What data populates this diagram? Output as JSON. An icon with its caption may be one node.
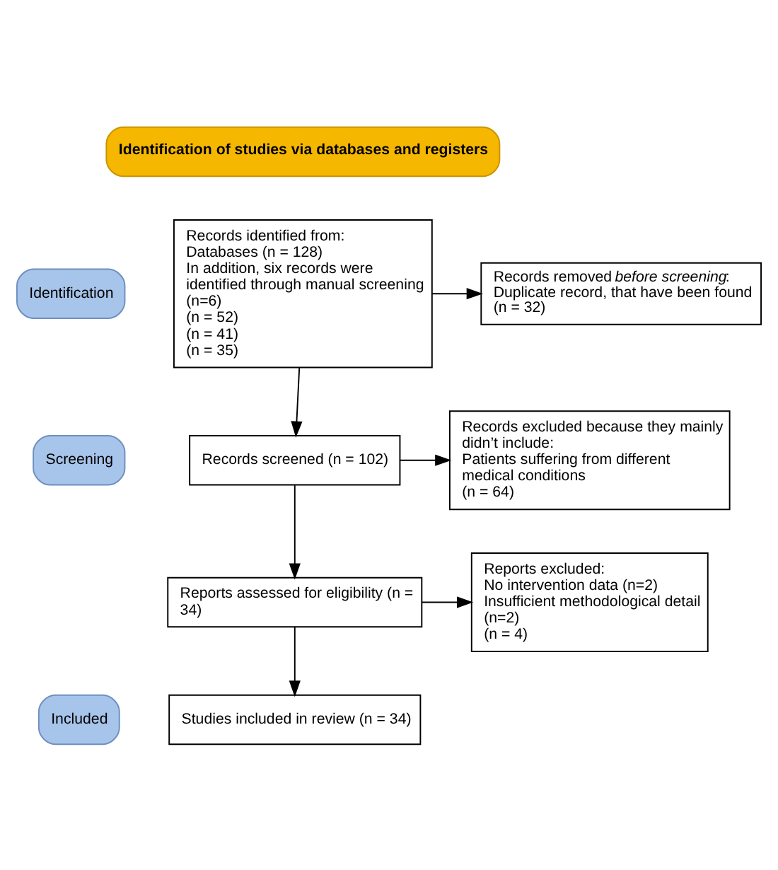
{
  "diagram": {
    "nodes": [
      {
        "text": [
          "Identification of studies via databases and registers"
        ]
      },
      {
        "text": [
          "Identification"
        ]
      },
      {
        "text": [
          "Records identified from:",
          "Databases (n = 128)",
          "In addition, six records were identified through manual screening (n=6)",
          "(n = 52)",
          "(n = 41)",
          "(n = 35)"
        ]
      },
      {
        "text": [
          "Records removed *before screening*:",
          "Duplicate record, that have been found (n = 32)"
        ]
      },
      {
        "text": [
          "Screening"
        ]
      },
      {
        "text": [
          "Records screened (n = 102)"
        ]
      },
      {
        "text": [
          "Records excluded because they mainly didn’t include:",
          "Patients suffering from different medical conditions",
          "(n = 64)"
        ]
      },
      {
        "text": [
          "Reports assessed for eligibility (n = 34)"
        ]
      },
      {
        "text": [
          "Reports excluded:",
          "No intervention data (n=2)",
          "Insufficient methodological detail (n=2)",
          "(n = 4)"
        ]
      },
      {
        "text": [
          "Included"
        ]
      },
      {
        "text": [
          "Studies included in review (n = 34)"
        ]
      }
    ],
    "edges": [
      {
        "from": 2,
        "to": 3,
        "arrow": "to"
      },
      {
        "from": 2,
        "to": 5,
        "arrow": "to"
      },
      {
        "from": 5,
        "to": 6,
        "arrow": "to"
      },
      {
        "from": 5,
        "to": 7,
        "arrow": "to"
      },
      {
        "from": 7,
        "to": 8,
        "arrow": "to"
      },
      {
        "from": 7,
        "to": 10,
        "arrow": "to"
      }
    ]
  }
}
